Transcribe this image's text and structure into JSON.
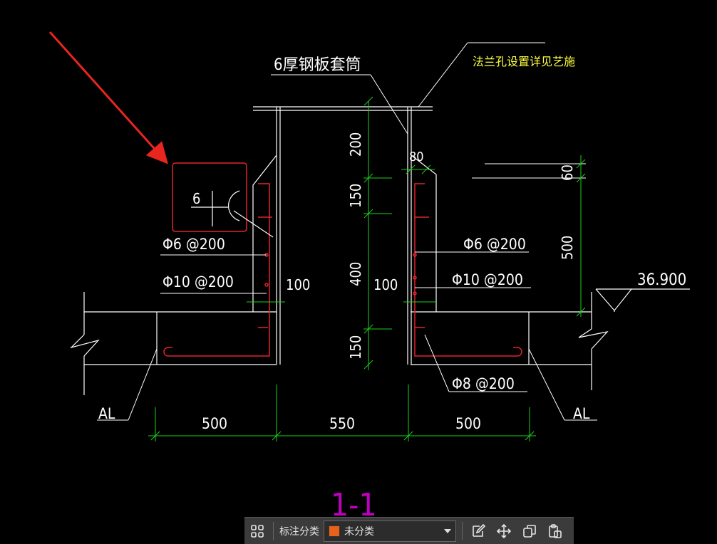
{
  "drawing": {
    "title": "1-1",
    "labels": {
      "sleeve": "6厚钢板套筒",
      "flange": "法兰孔设置详见艺施",
      "left_rebar_1": "Φ6 @200",
      "left_rebar_2": "Φ10 @200",
      "right_rebar_1": "Φ6 @200",
      "right_rebar_2": "Φ10 @200",
      "bottom_rebar": "Φ8 @200",
      "left_100": "100",
      "center_100": "100",
      "weld_size": "6",
      "elevation": "36.900",
      "al_left": "AL",
      "al_right": "AL"
    },
    "dims": {
      "bottom": [
        "500",
        "550",
        "500"
      ],
      "vertical": [
        "200",
        "150",
        "400",
        "150"
      ],
      "right_top": "60",
      "right_total": "500",
      "gap_80": "80"
    },
    "colors": {
      "line": "#ffffff",
      "rebar": "#e0242a",
      "dimension": "#19d219",
      "annotation_yellow": "#ffff40",
      "title_magenta": "#c000c0",
      "arrow": "#e8251e"
    }
  },
  "toolbar": {
    "label": "标注分类",
    "dropdown_value": "未分类",
    "dropdown_color": "#e8621a",
    "icons": [
      "grid-icon",
      "edit-icon",
      "move-icon",
      "copy-icon",
      "paste-icon"
    ]
  }
}
